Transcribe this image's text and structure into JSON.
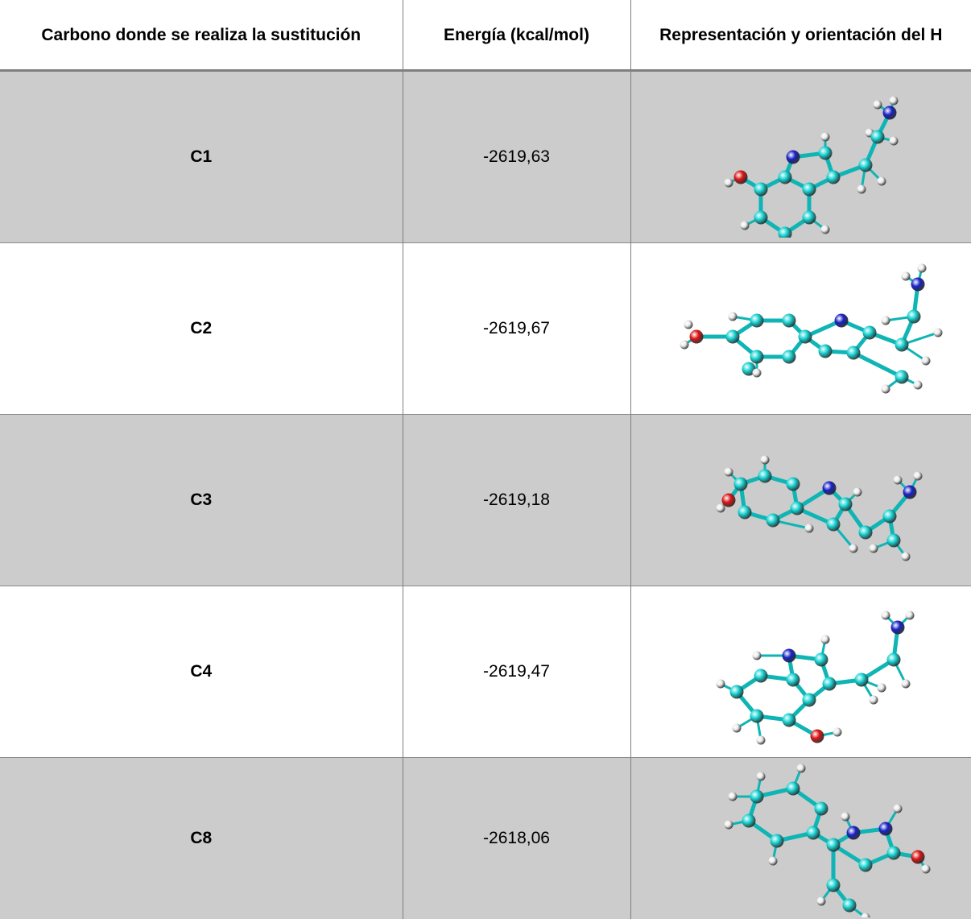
{
  "table": {
    "headers": [
      "Carbono donde se realiza la sustitución",
      "Energía (kcal/mol)",
      "Representación y orientación del H"
    ],
    "rows": [
      {
        "carbon": "C1",
        "energy": "-2619,63",
        "molecule": "molecule-3d-c1"
      },
      {
        "carbon": "C2",
        "energy": "-2619,67",
        "molecule": "molecule-3d-c2"
      },
      {
        "carbon": "C3",
        "energy": "-2619,18",
        "molecule": "molecule-3d-c3"
      },
      {
        "carbon": "C4",
        "energy": "-2619,47",
        "molecule": "molecule-3d-c4"
      },
      {
        "carbon": "C8",
        "energy": "-2618,06",
        "molecule": "molecule-3d-c8"
      }
    ]
  },
  "colors": {
    "carbon_atom": "#17d3d3",
    "nitrogen_atom": "#1a22c8",
    "oxygen_atom": "#e01414",
    "hydrogen_atom": "#ececec",
    "shaded_row": "#cccccc"
  }
}
